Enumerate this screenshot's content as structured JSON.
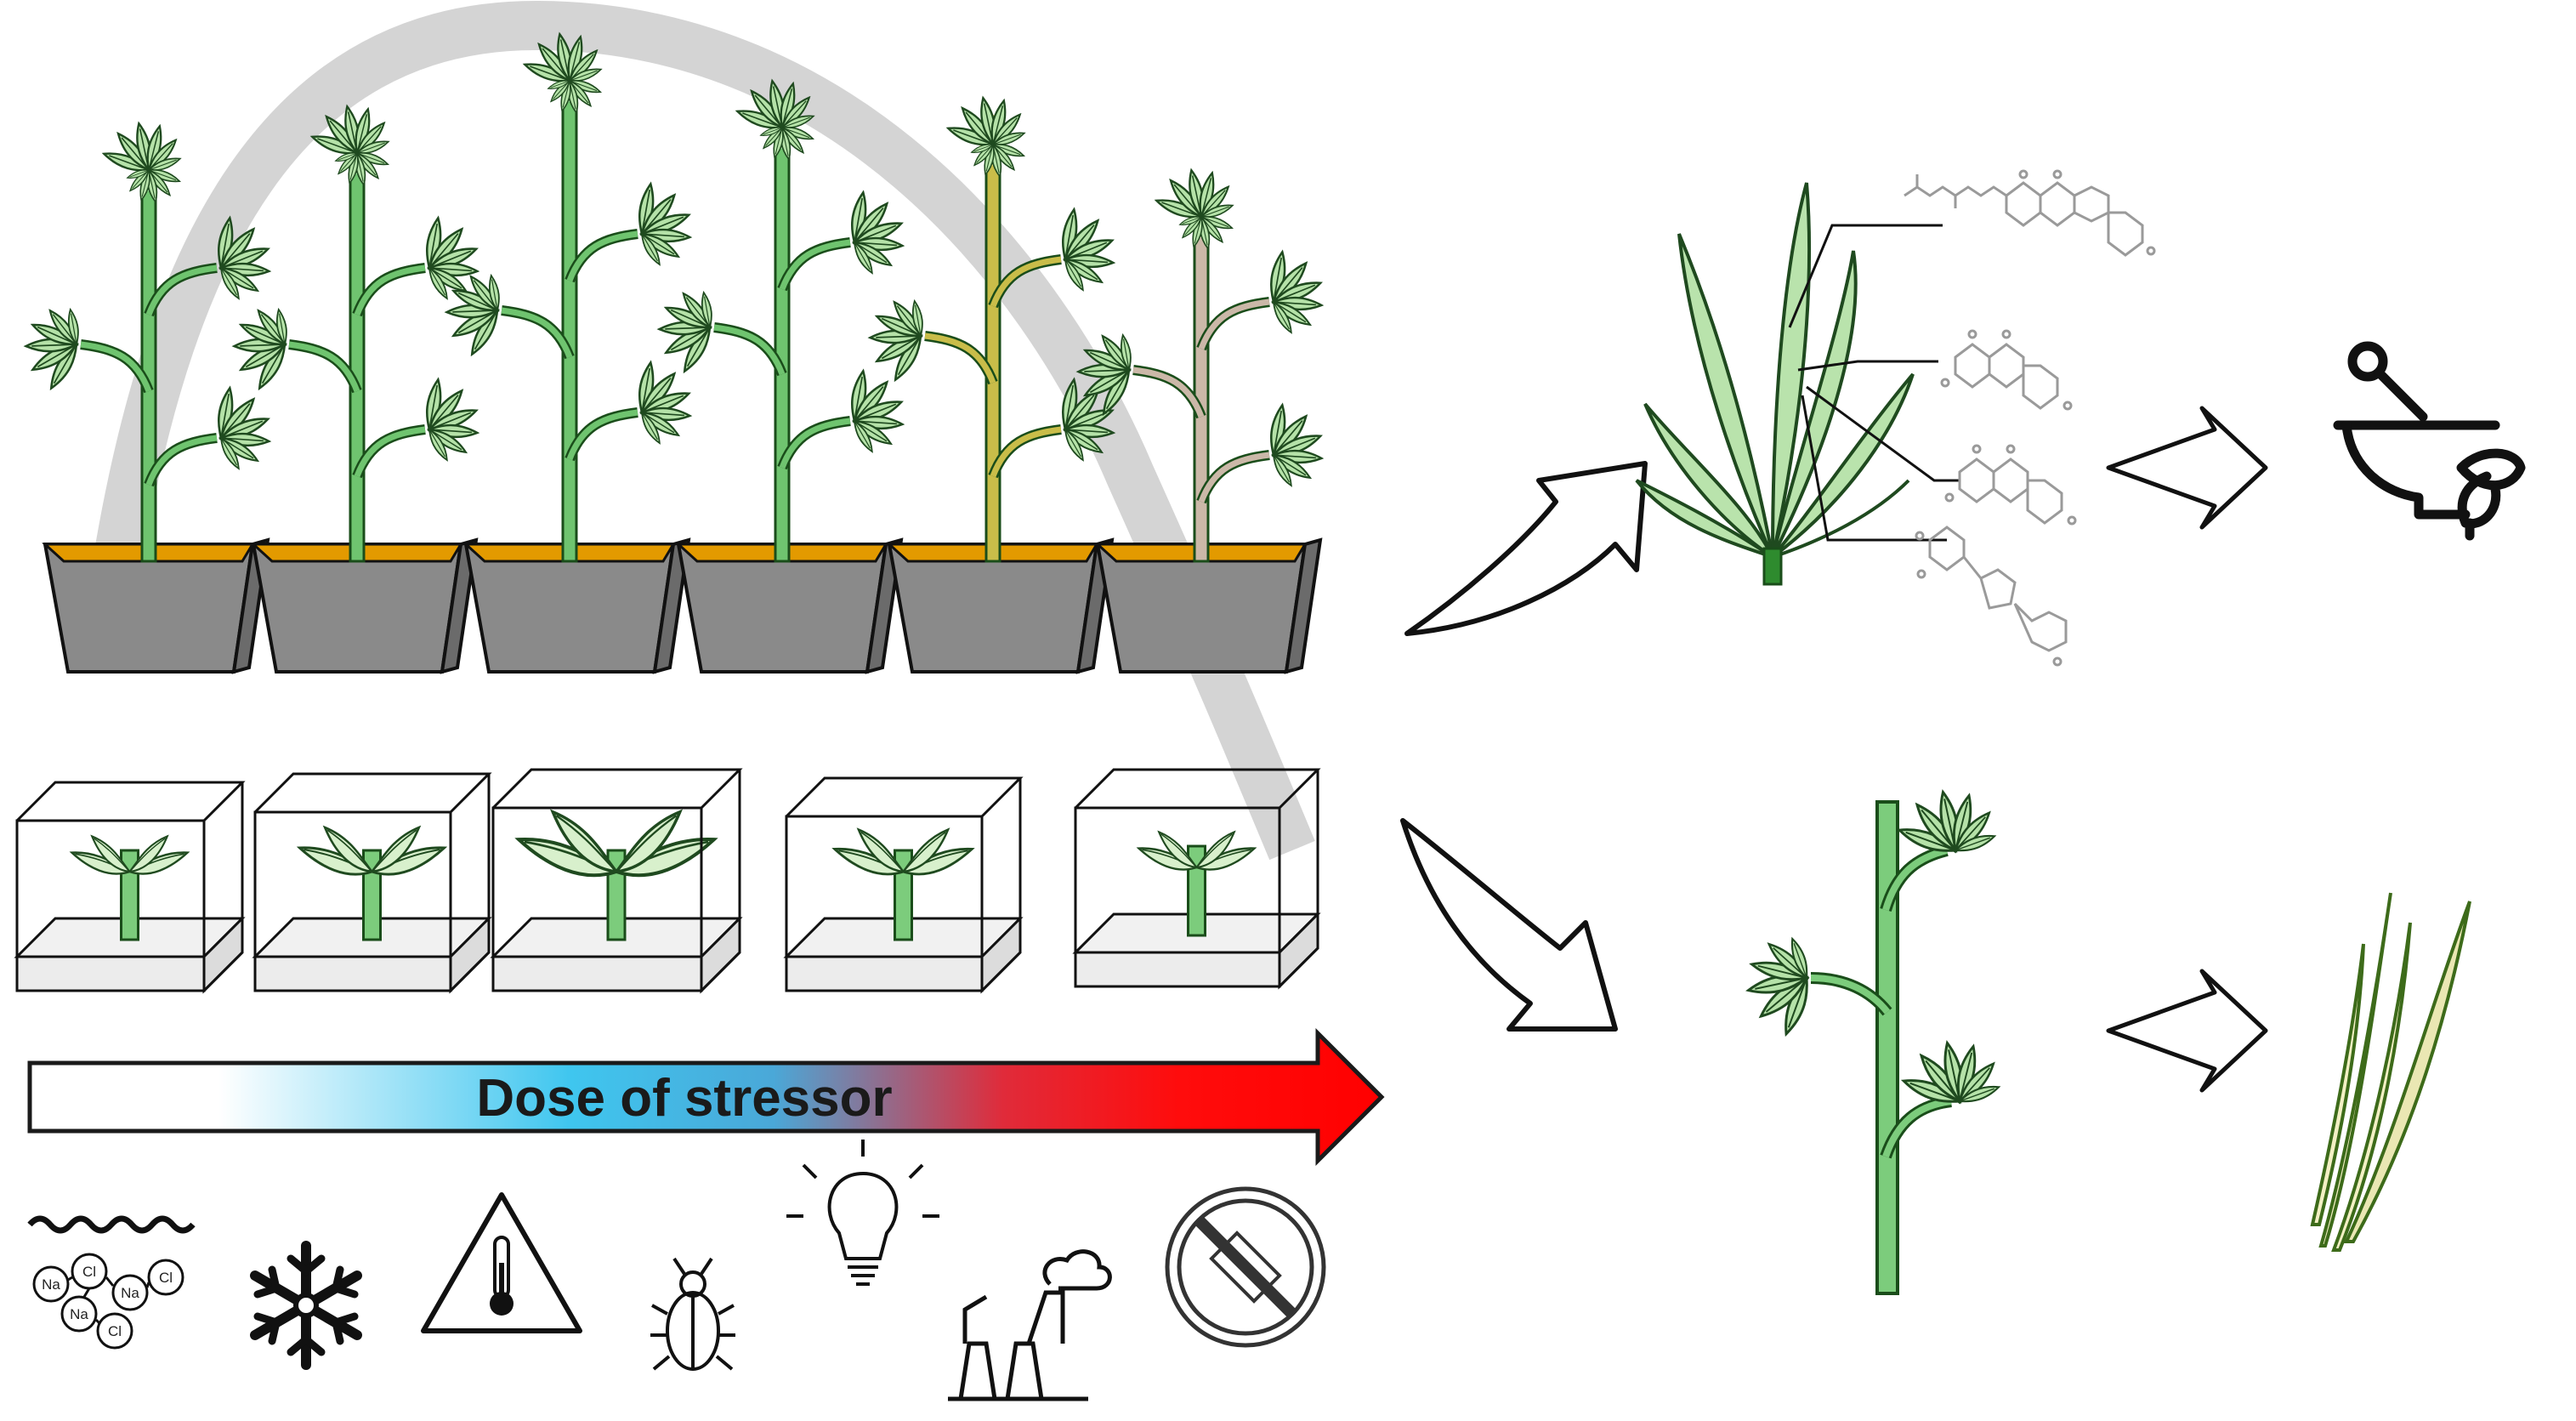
{
  "arrow": {
    "label": "Dose of stressor"
  },
  "plants": [
    {
      "id": "p1",
      "color": "#8fd18f",
      "stem": "#6fc46f",
      "tip": "#a6eaa6"
    },
    {
      "id": "p2",
      "color": "#8fd18f",
      "stem": "#6fc46f",
      "tip": "#a6eaa6"
    },
    {
      "id": "p3",
      "color": "#8fd18f",
      "stem": "#6fc46f",
      "tip": "#a6eaa6"
    },
    {
      "id": "p4",
      "color": "#8fd18f",
      "stem": "#6fc46f",
      "tip": "#a6eaa6"
    },
    {
      "id": "p5",
      "color": "#d9cf6a",
      "stem": "#c9bd49",
      "tip": "#f1e27a"
    },
    {
      "id": "p6",
      "color": "#d8c6b8",
      "stem": "#cbb8a8",
      "tip": "#f0d6c8"
    }
  ],
  "seedlings": [
    {
      "id": "s1",
      "leaf_scale": 0.8
    },
    {
      "id": "s2",
      "leaf_scale": 1.0
    },
    {
      "id": "s3",
      "leaf_scale": 1.35
    },
    {
      "id": "s4",
      "leaf_scale": 0.95
    },
    {
      "id": "s5",
      "leaf_scale": 0.8
    }
  ],
  "stressor_icons": [
    {
      "name": "salinity-icon",
      "ions": [
        "Na",
        "Cl",
        "Na",
        "Cl",
        "Na",
        "Cl"
      ]
    },
    {
      "name": "cold-icon"
    },
    {
      "name": "heat-warning-icon"
    },
    {
      "name": "pest-beetle-icon"
    },
    {
      "name": "light-bulb-icon"
    },
    {
      "name": "pollution-factory-icon"
    },
    {
      "name": "prohibited-icon"
    }
  ],
  "colors": {
    "pot": "#8a8a8a",
    "pot_dark": "#6b6b6b",
    "soil": "#e39a00",
    "leaf": "#b5e2a8",
    "leaf_vein": "#1f5a1f",
    "stem": "#7ccc7c",
    "curve": "#cfcfcf",
    "arrow_start": "#ffffff",
    "arrow_mid": "#3fc6ef",
    "arrow_end": "#ff1010",
    "fiber": "#f3f0c4",
    "fiber_edge": "#6f8f2a"
  }
}
